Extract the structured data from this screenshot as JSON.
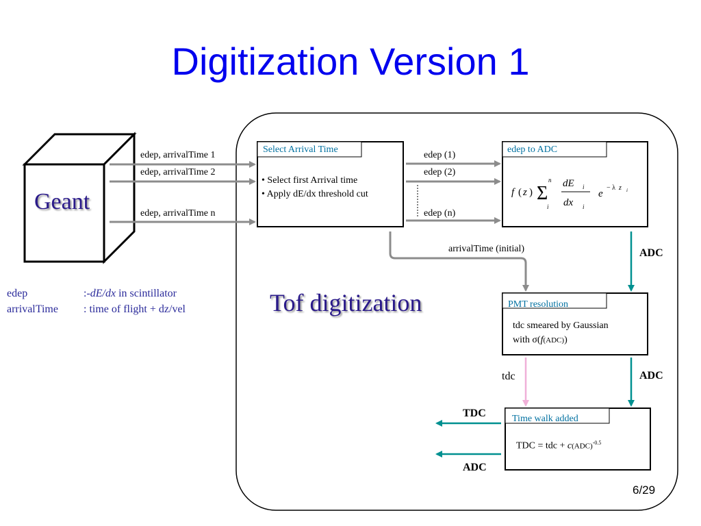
{
  "slide": {
    "title": "Digitization Version 1",
    "page": "6/29"
  },
  "geant": {
    "label": "Geant"
  },
  "inputs": [
    "edep, arrivalTime 1",
    "edep, arrivalTime 2",
    "edep, arrivalTime n"
  ],
  "legend": {
    "edep_term": "edep",
    "edep_def_prefix": ":-",
    "edep_def_italic": "dE/dx",
    "edep_def_rest": " in scintillator",
    "arrival_term": "arrivalTime",
    "arrival_def": ": time of  flight + dz/vel"
  },
  "tof_label": "Tof digitization",
  "select_box": {
    "tab": "Select Arrival Time",
    "line1": "• Select first Arrival time",
    "line2": "• Apply dE/dx threshold cut"
  },
  "edep_outputs": [
    "edep (1)",
    "edep (2)",
    "edep (n)"
  ],
  "adc_box": {
    "tab": "edep to ADC",
    "formula": "f(z) Σ dE_i/dx_i e^(−λz_i)"
  },
  "arrival_initial": "arrivalTime (initial)",
  "adc_labels": [
    "ADC",
    "ADC"
  ],
  "pmt_box": {
    "tab": "PMT resolution",
    "line1": "tdc smeared by Gaussian",
    "line2_prefix": "with σ(",
    "line2_f": "f",
    "line2_sub": "(ADC)",
    "line2_suffix": ")"
  },
  "tdc_small": "tdc",
  "timewalk_box": {
    "tab": "Time walk added",
    "formula_prefix": "TDC = tdc + ",
    "formula_c": "c",
    "formula_sub": "(ADC)",
    "formula_sup": "-0.5"
  },
  "outputs": [
    "TDC",
    "ADC"
  ],
  "colors": {
    "title": "#0000ee",
    "arrow_gray": "#8c8c8c",
    "arrow_teal": "#009090",
    "arrow_pink": "#f0b0d8",
    "purple_text": "#2a1a8a"
  }
}
